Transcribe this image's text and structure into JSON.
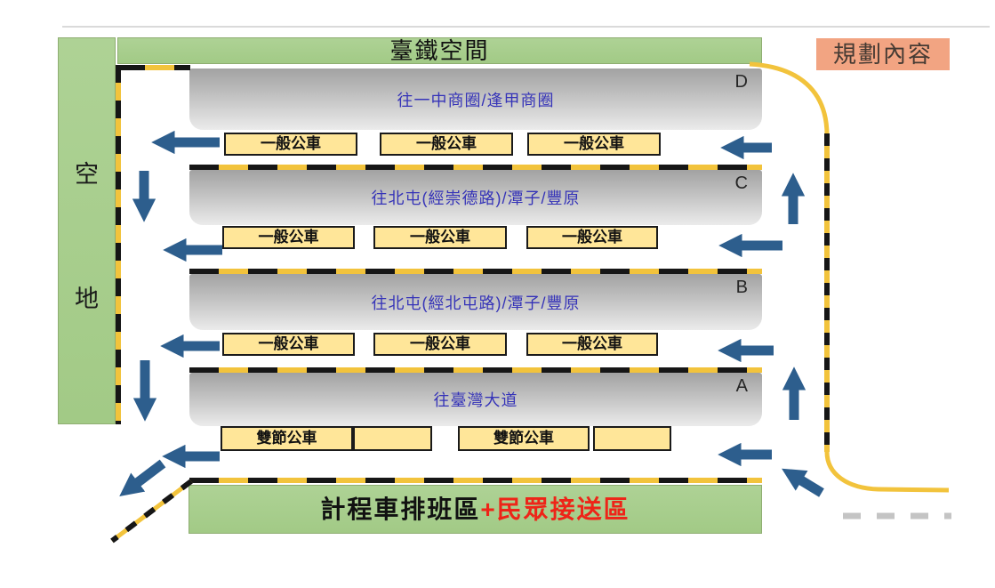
{
  "slide": {
    "railway_area_label": "臺鐵空間",
    "legend_label": "規劃內容",
    "empty_lot": {
      "char1": "空",
      "char2": "地"
    },
    "platforms": [
      {
        "id": "D",
        "destination": "往一中商圈/逢甲商圈",
        "stops": [
          "一般公車",
          "一般公車",
          "一般公車"
        ]
      },
      {
        "id": "C",
        "destination": "往北屯(經崇德路)/潭子/豐原",
        "stops": [
          "一般公車",
          "一般公車",
          "一般公車"
        ]
      },
      {
        "id": "B",
        "destination": "往北屯(經北屯路)/潭子/豐原",
        "stops": [
          "一般公車",
          "一般公車",
          "一般公車"
        ]
      },
      {
        "id": "A",
        "destination": "往臺灣大道",
        "stops": [
          "雙節公車",
          "",
          "雙節公車",
          ""
        ]
      }
    ],
    "bottom_bar": {
      "taxi_label": "計程車排班區",
      "pickup_label": "+民眾接送區"
    },
    "colors": {
      "area_green": "#a8ce8c",
      "legend_salmon": "#f2a482",
      "platform_gray_top": "#a2a2a2",
      "platform_gray_bottom": "#ebebeb",
      "destination_blue": "#3533b8",
      "stop_yellow": "#ffe699",
      "road_yellow": "#f2c33c",
      "arrow_blue": "#2d5e8d",
      "pickup_red": "#ee2418"
    }
  }
}
